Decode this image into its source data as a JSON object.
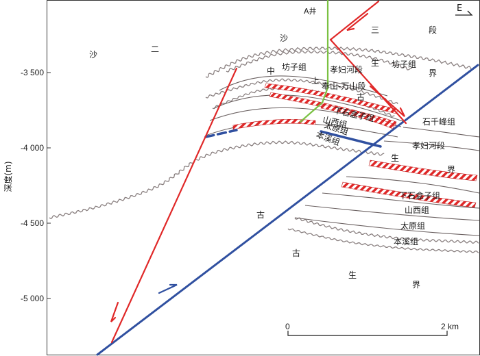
{
  "north_label": "E",
  "well_label": "A井",
  "y_axis_label": "深度(m)",
  "y_ticks": [
    "-3 500",
    "-4 000",
    "-4 500",
    "-5 000"
  ],
  "scale_bar": {
    "start": "0",
    "end": "2 km"
  },
  "labels": {
    "sha_left": "沙",
    "er": "二",
    "sha_top": "沙",
    "san": "三",
    "duan": "段",
    "zhong": "中",
    "fangzi_left": "坊子组",
    "xiaofu_upper": "孝妇河段",
    "sheng_upper": "生",
    "fangzi_right": "坊子组",
    "jie_upper": "界",
    "shang": "上",
    "fengshan": "奉山-万山段",
    "gu_upper": "古",
    "xiashihezi_upper": "下石盒子组",
    "shanxi_upper": "山西组",
    "taiyuan_upper": "太原组",
    "benxi_upper": "本溪组",
    "shiqianfeng": "石千峰组",
    "xiaofu_lower": "孝妇河段",
    "sheng_mid": "生",
    "jie_mid": "界",
    "xiashihezi_lower": "下石盒子组",
    "shanxi_lower": "山西组",
    "taiyuan_lower": "太原组",
    "benxi_lower": "本溪组",
    "gu_left": "古",
    "gu_bottom": "古",
    "sheng_bottom": "生",
    "jie_bottom": "界"
  },
  "colors": {
    "fault_red": "#e02828",
    "fault_blue": "#3050a0",
    "well_green": "#7ac142",
    "strata_line": "#8a8080",
    "strata_dark": "#6a6060"
  }
}
